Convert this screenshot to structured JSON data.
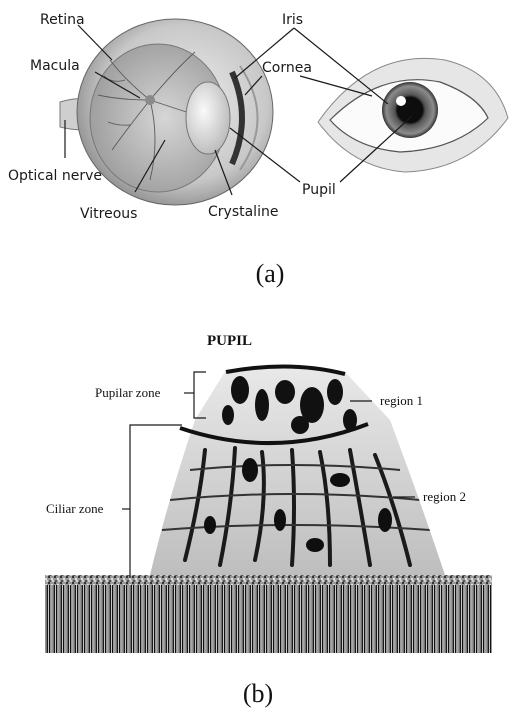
{
  "panel_a": {
    "labels": {
      "retina": "Retina",
      "iris": "Iris",
      "macula": "Macula",
      "cornea": "Cornea",
      "optical_nerve": "Optical nerve",
      "pupil": "Pupil",
      "vitreous": "Vitreous",
      "crystaline": "Crystaline"
    },
    "caption": "(a)"
  },
  "panel_b": {
    "labels": {
      "pupil_heading": "PUPIL",
      "pupilar_zone": "Pupilar zone",
      "region1": "region 1",
      "ciliar_zone": "Ciliar zone",
      "region2": "region 2"
    },
    "caption": "(b)"
  },
  "colors": {
    "ink": "#1a1a1a",
    "background": "#ffffff",
    "tissue_light": "#d9d9d9",
    "tissue_dark": "#111111"
  }
}
